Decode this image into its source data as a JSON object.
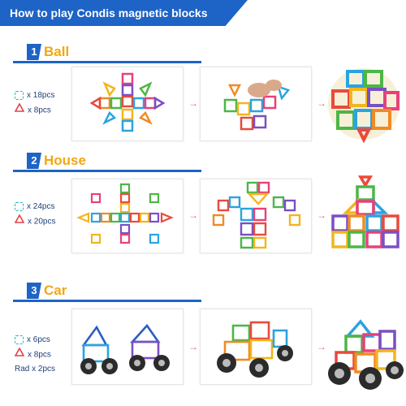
{
  "header": {
    "title": "How to play Condis magnetic blocks"
  },
  "sections": [
    {
      "number": "1",
      "title": "Ball",
      "parts": [
        {
          "icon": "square-piece-icon",
          "label": "x 18pcs"
        },
        {
          "icon": "triangle-piece-icon",
          "label": "x 8pcs"
        }
      ]
    },
    {
      "number": "2",
      "title": "House",
      "parts": [
        {
          "icon": "square-piece-icon",
          "label": "x 24pcs"
        },
        {
          "icon": "triangle-piece-icon",
          "label": "x 20pcs"
        }
      ]
    },
    {
      "number": "3",
      "title": "Car",
      "parts": [
        {
          "icon": "square-piece-icon",
          "label": "x 6pcs"
        },
        {
          "icon": "triangle-piece-icon",
          "label": "x 8pcs"
        },
        {
          "icon": "",
          "label": "Rad x 2pcs"
        }
      ]
    }
  ],
  "arrow_glyph": "→",
  "colors": {
    "banner": "#1e63c6",
    "section_title": "#f2a712",
    "arrow": "#e46a6a",
    "legend_text": "#1e3f7a"
  }
}
